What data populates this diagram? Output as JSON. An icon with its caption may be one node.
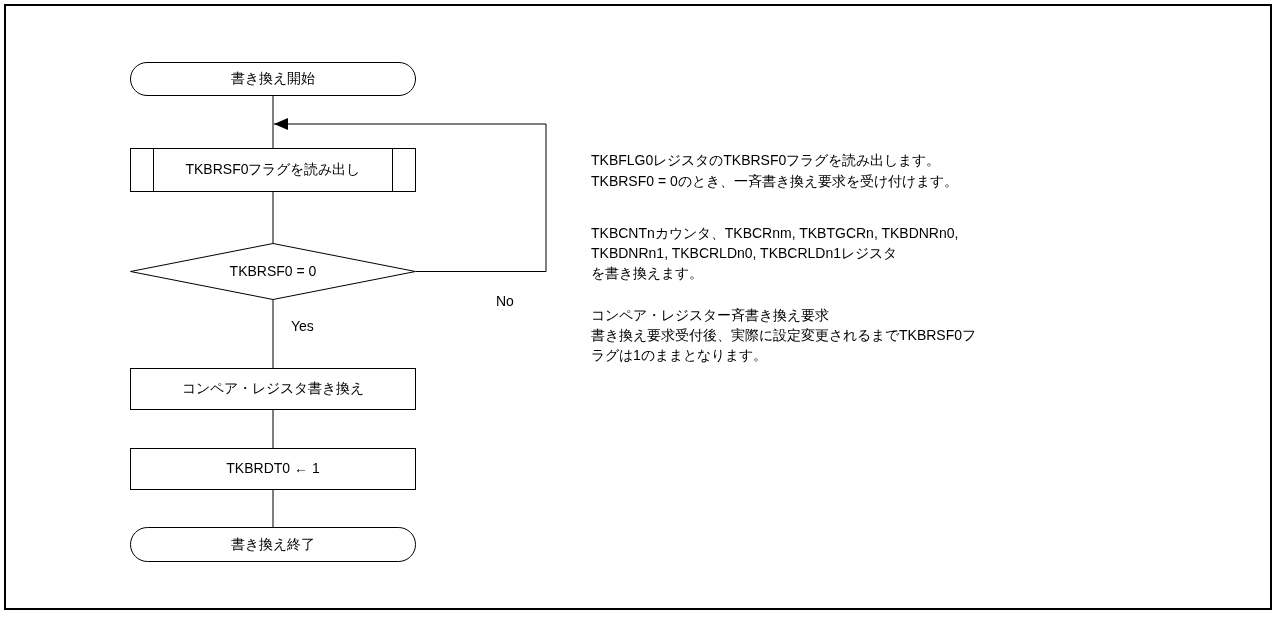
{
  "diagram": {
    "nodes": [
      {
        "text": [
          "書き換え開始"
        ]
      },
      {
        "text": [
          "TKBRSF0フラグを読み出し"
        ]
      },
      {
        "text": [
          "TKBRSF0 = 0"
        ]
      },
      {
        "text": [
          "コンペア・レジスタ書き換え"
        ]
      },
      {
        "text": [
          "TKBRDT0 ← 1"
        ]
      },
      {
        "text": [
          "書き換え終了"
        ]
      }
    ],
    "edges": [
      {
        "from": 0,
        "to": 1,
        "arrow": "none"
      },
      {
        "from": 2,
        "to": 1,
        "arrow": "to",
        "label": "No"
      },
      {
        "from": 1,
        "to": 2,
        "arrow": "none"
      },
      {
        "from": 2,
        "to": 3,
        "arrow": "none",
        "label": "Yes"
      },
      {
        "from": 3,
        "to": 4,
        "arrow": "none"
      },
      {
        "from": 4,
        "to": 5,
        "arrow": "none"
      }
    ],
    "labels": [
      "TKBFLG0レジスタのTKBRSF0フラグを読み出します。",
      "TKBRSF0 = 0のとき、一斉書き換え要求を受け付けます。",
      "TKBCNTnカウンタ、TKBCRnm, TKBTGCRn, TKBDNRn0,",
      "TKBDNRn1, TKBCRLDn0, TKBCRLDn1レジスタ",
      "を書き換えます。",
      "コンペア・レジスター斉書き換え要求",
      "書き換え要求受付後、実際に設定変更されるまでTKBRSF0フラグは1のままとなります。"
    ]
  }
}
